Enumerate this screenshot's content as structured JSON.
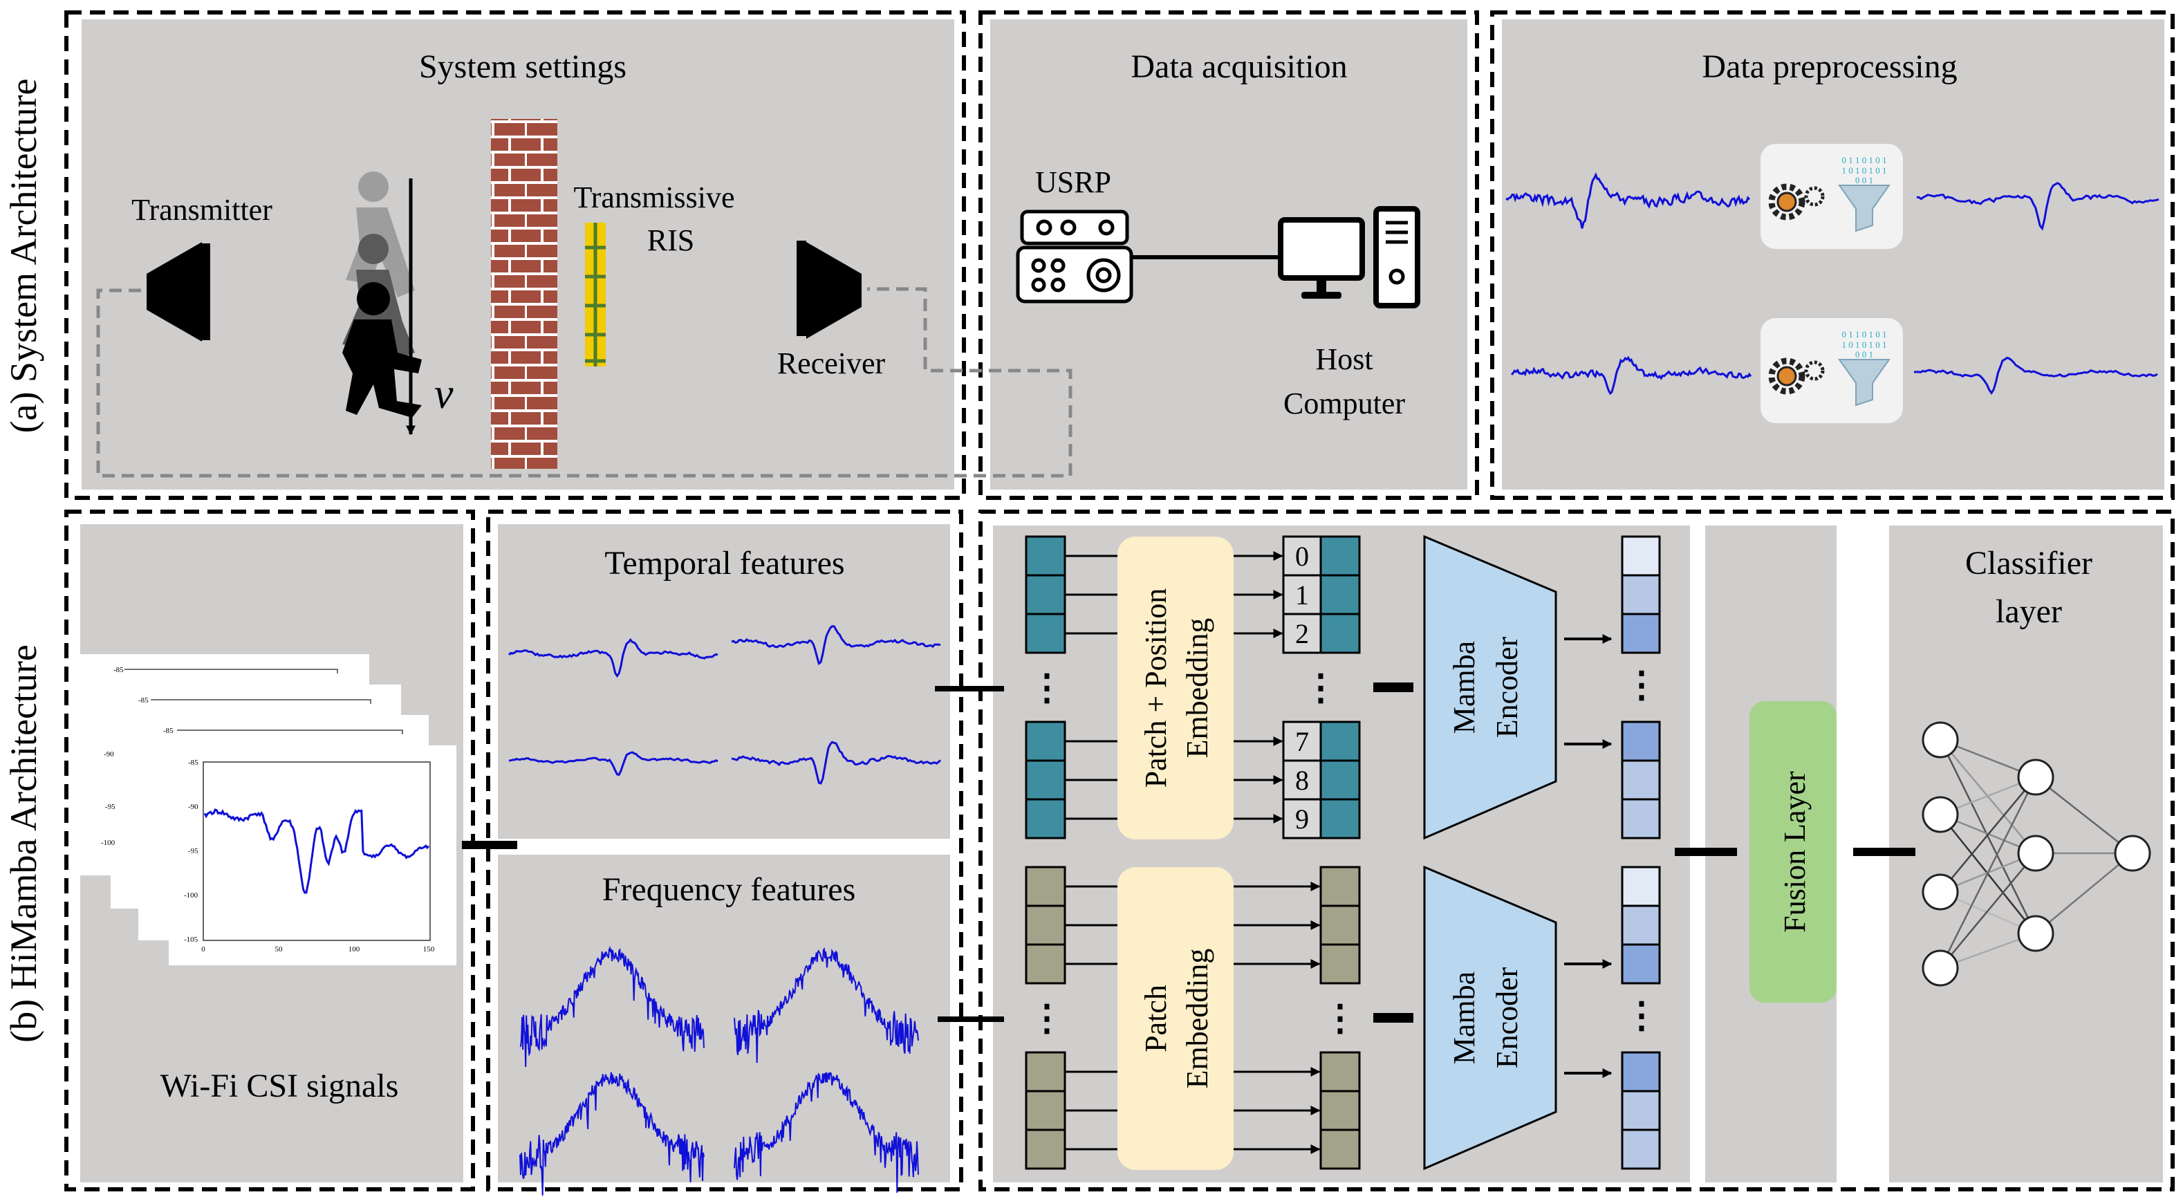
{
  "sections": {
    "a_label": "(a) System Architecture",
    "b_label": "(b) HiMamba Architecture"
  },
  "system_settings": {
    "title": "System settings",
    "transmitter": "Transmitter",
    "receiver": "Receiver",
    "ris_line1": "Transmissive",
    "ris_line2": "RIS",
    "velocity": "v"
  },
  "data_acquisition": {
    "title": "Data acquisition",
    "usrp": "USRP",
    "host_line1": "Host",
    "host_line2": "Computer"
  },
  "data_preprocessing": {
    "title": "Data preprocessing",
    "binary_line1": "0 1 1 0 1 0 1",
    "binary_line2": "1 0 1 0 1 0 1",
    "binary_line3": "0 0 1"
  },
  "csi": {
    "label": "Wi-Fi CSI signals",
    "ticks_y": [
      "-85",
      "-90",
      "-95",
      "-100",
      "-105"
    ],
    "ticks_x": [
      "0",
      "50",
      "100",
      "150"
    ]
  },
  "temporal": {
    "title": "Temporal features"
  },
  "frequency": {
    "title": "Frequency features"
  },
  "patch_top": {
    "line1": "Patch + Position",
    "line2": "Embedding"
  },
  "patch_bottom": {
    "line1": "Patch",
    "line2": "Embedding"
  },
  "position_indices": [
    "0",
    "1",
    "2",
    "7",
    "8",
    "9"
  ],
  "ellipsis": "⋮",
  "mamba": {
    "line1": "Mamba",
    "line2": "Encoder"
  },
  "fusion": {
    "label": "Fusion Layer"
  },
  "classifier": {
    "line1": "Classifier",
    "line2": "layer"
  },
  "colors": {
    "panel": "#d0cdcd",
    "teal": "#3f8ea0",
    "olive": "#a3a38b",
    "patch": "#fcefc9",
    "mamba": "#b9d7ef",
    "fusion": "#a5d38a",
    "signal": "#1010d8",
    "brick": "#a24d3e"
  }
}
